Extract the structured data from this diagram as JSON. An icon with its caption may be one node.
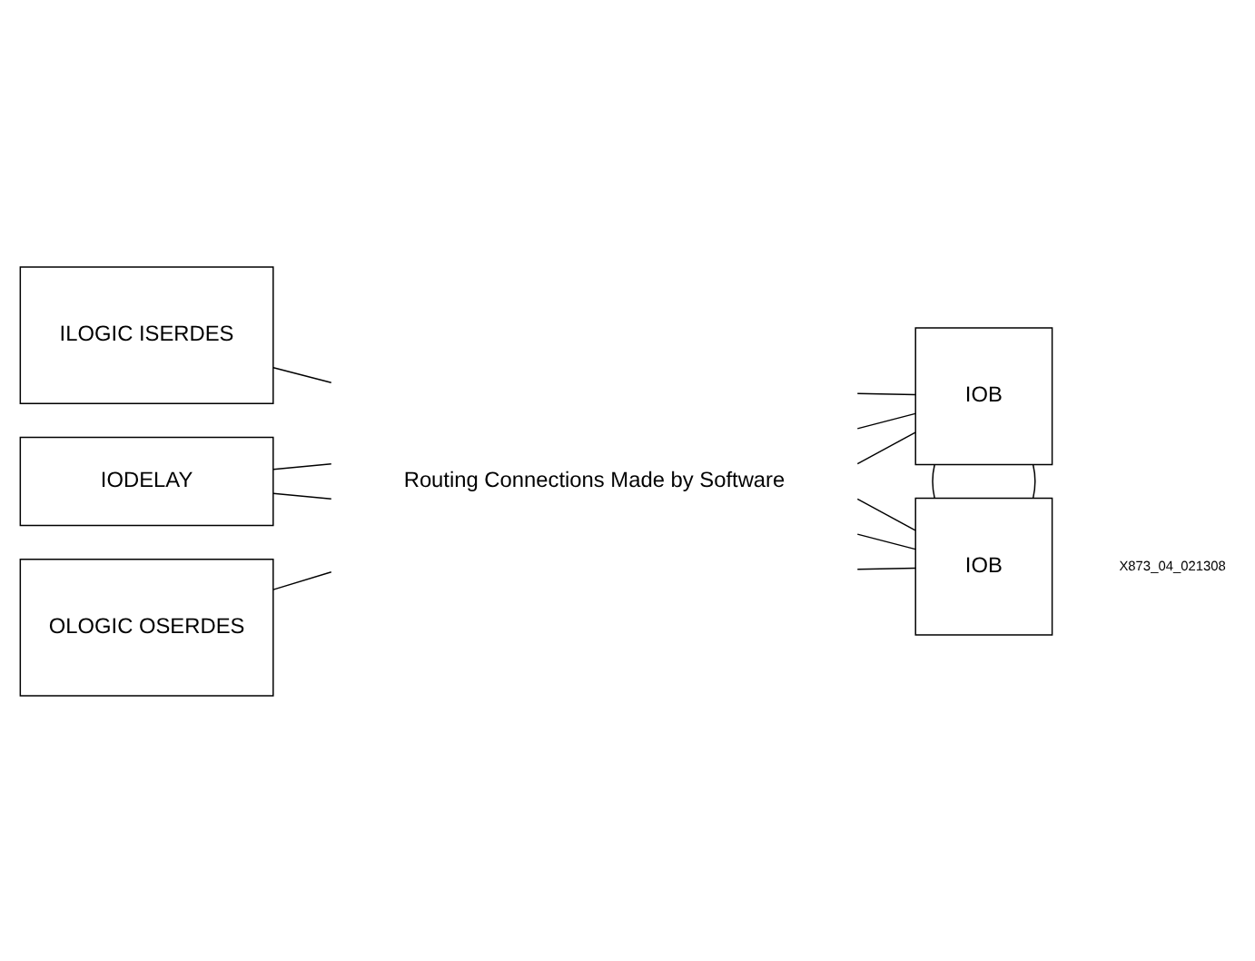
{
  "diagram": {
    "nodes": [
      {
        "text": [
          "ILOGIC ISERDES"
        ]
      },
      {
        "text": [
          "IODELAY"
        ]
      },
      {
        "text": [
          "OLOGIC OSERDES"
        ]
      },
      {
        "text": [
          "IOB"
        ]
      },
      {
        "text": [
          "IOB"
        ]
      }
    ],
    "edges": [
      {
        "from": 0,
        "to": null,
        "arrow": "none"
      },
      {
        "from": 1,
        "to": null,
        "arrow": "none"
      },
      {
        "from": 1,
        "to": null,
        "arrow": "none"
      },
      {
        "from": 2,
        "to": null,
        "arrow": "none"
      },
      {
        "from": null,
        "to": 3,
        "arrow": "none"
      },
      {
        "from": null,
        "to": 3,
        "arrow": "none"
      },
      {
        "from": null,
        "to": 3,
        "arrow": "none"
      },
      {
        "from": 3,
        "to": 4,
        "arrow": "none"
      },
      {
        "from": 3,
        "to": 4,
        "arrow": "none"
      },
      {
        "from": null,
        "to": 4,
        "arrow": "none"
      },
      {
        "from": null,
        "to": 4,
        "arrow": "none"
      },
      {
        "from": null,
        "to": 4,
        "arrow": "none"
      }
    ],
    "labels": [
      "Routing Connections Made by Software",
      "X873_04_021308"
    ]
  }
}
